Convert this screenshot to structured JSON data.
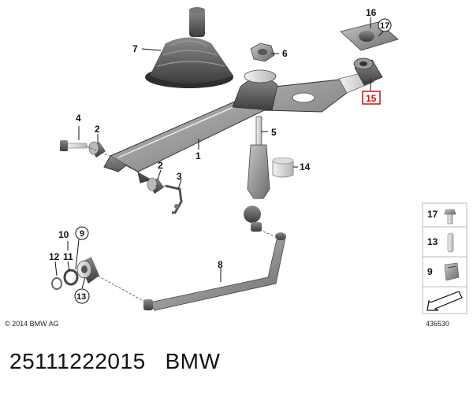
{
  "callouts": {
    "c1": "1",
    "c2a": "2",
    "c2b": "2",
    "c3": "3",
    "c4": "4",
    "c5": "5",
    "c6": "6",
    "c7": "7",
    "c8": "8",
    "c9": "9",
    "c10": "10",
    "c11": "11",
    "c12": "12",
    "c13": "13",
    "c14": "14",
    "c15": "15",
    "c16": "16",
    "c17": "17"
  },
  "highlight_color": "#d01010",
  "legend": {
    "items": [
      "17",
      "13",
      "9"
    ]
  },
  "copyright": "© 2014 BMW AG",
  "image_id": "436530",
  "part_number": "25111222015",
  "brand": "BMW"
}
